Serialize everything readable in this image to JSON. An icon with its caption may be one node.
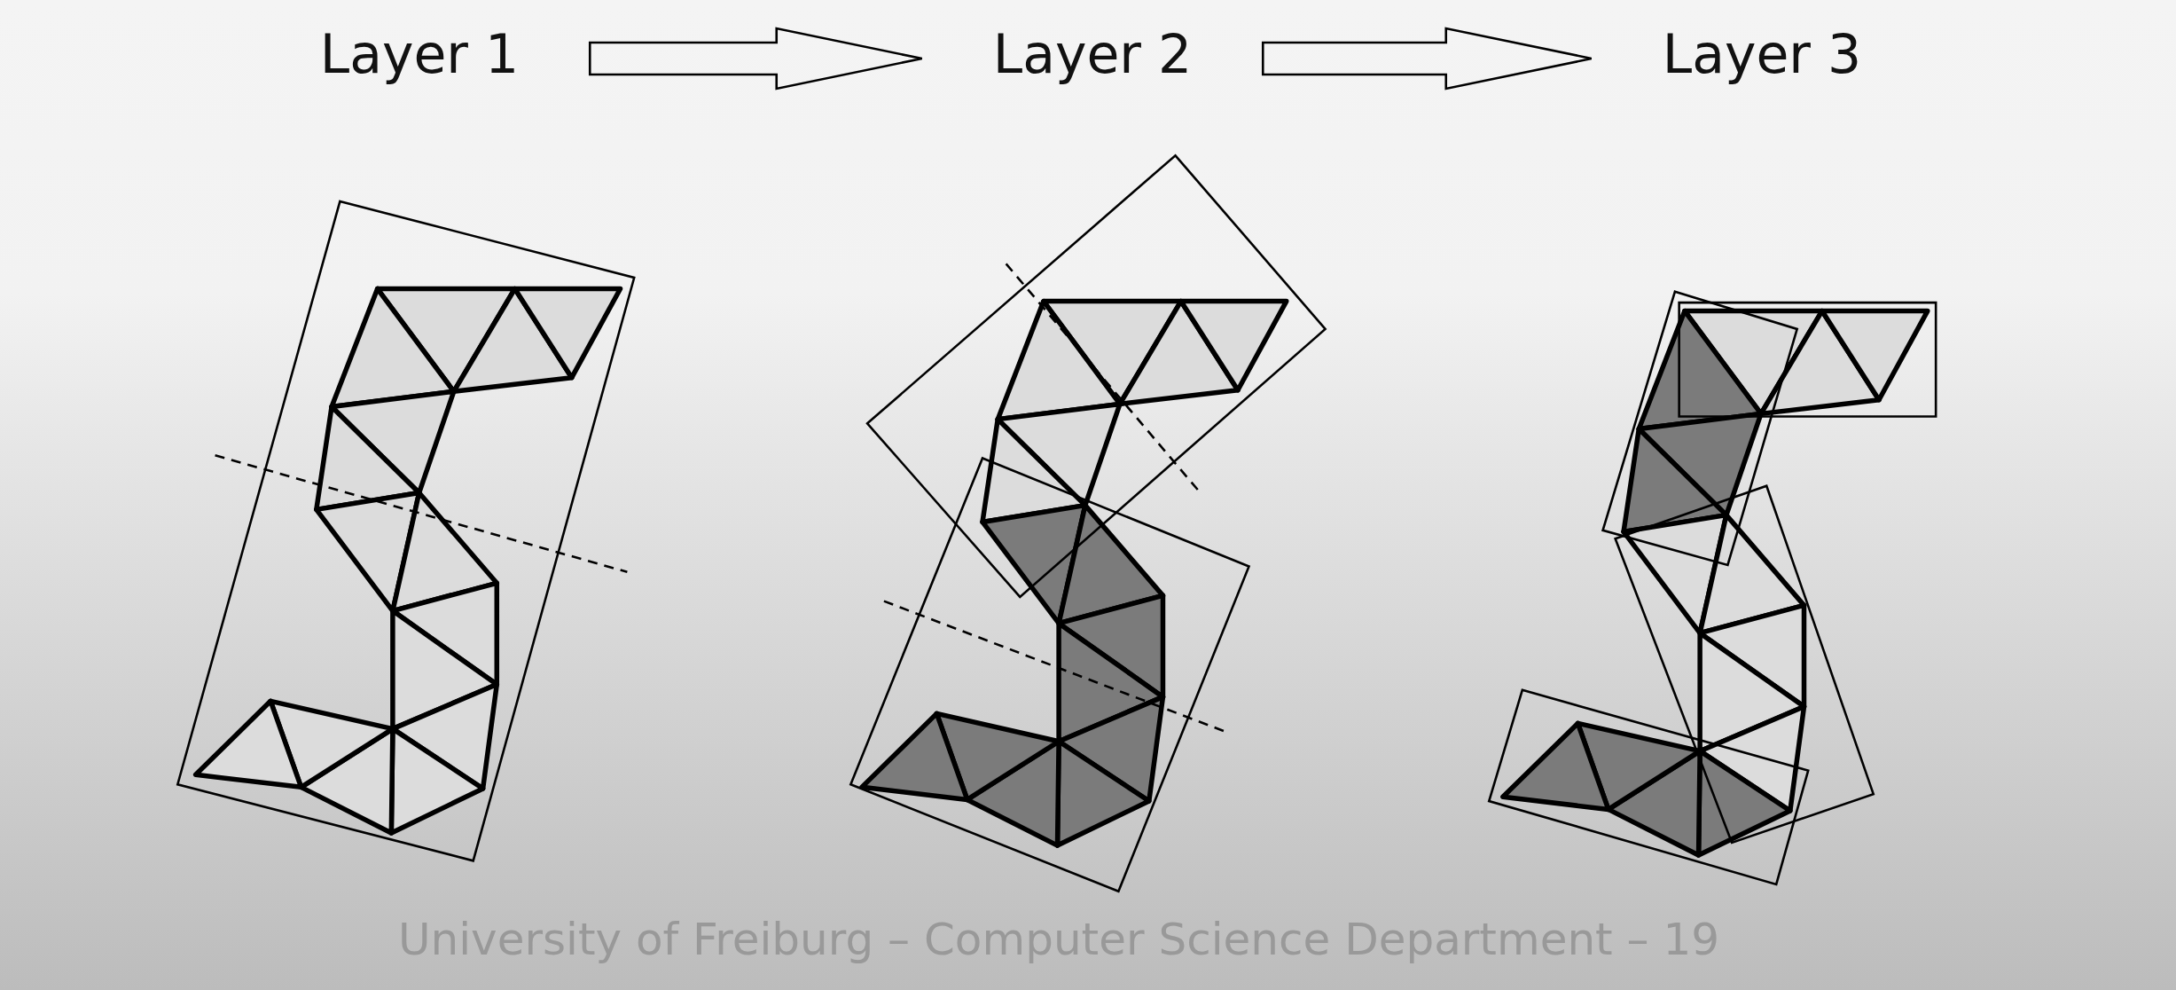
{
  "diagram": {
    "nodes": [
      {
        "text": [
          "Layer 1"
        ]
      },
      {
        "text": [
          "Layer 2"
        ]
      },
      {
        "text": [
          "Layer 3"
        ]
      }
    ],
    "edges": [
      {
        "from": 0,
        "to": 1,
        "arrow": "to"
      },
      {
        "from": 1,
        "to": 2,
        "arrow": "to"
      }
    ],
    "labels": [
      "University of Freiburg – Computer Science Department – 19"
    ]
  }
}
